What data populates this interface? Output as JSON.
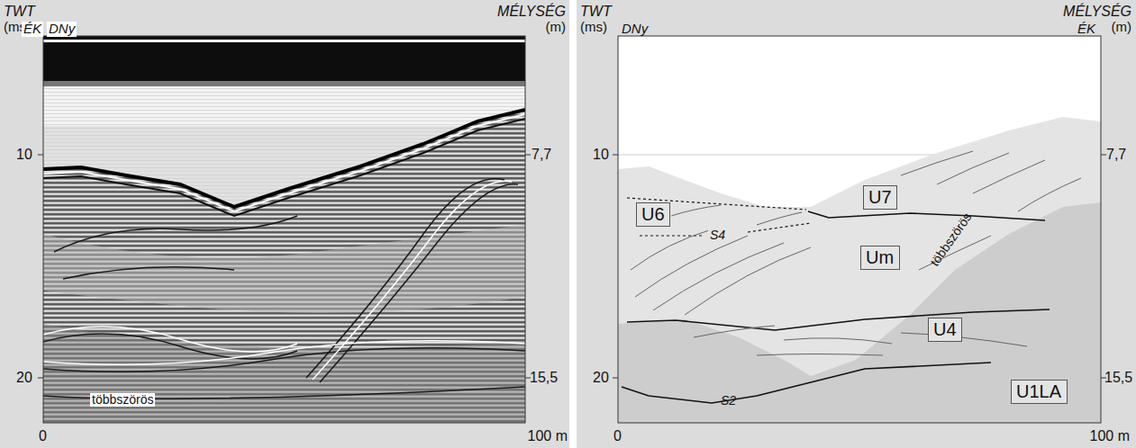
{
  "diagram": {
    "nodes": [
      {
        "text": [
          "U6"
        ]
      },
      {
        "text": [
          "U7"
        ]
      },
      {
        "text": [
          "Um"
        ]
      },
      {
        "text": [
          "U4"
        ]
      },
      {
        "text": [
          "U1LA"
        ]
      }
    ],
    "labels": [
      "TWT",
      "(ms)",
      "DNy",
      "MÉLYSÉG",
      "(m)",
      "ÉK",
      "10",
      "7,7",
      "20",
      "15,5",
      "többszörös",
      "0",
      "100 m",
      "TWT",
      "(ms)",
      "DNy",
      "MÉLYSÉG",
      "(m)",
      "ÉK",
      "10",
      "7,7",
      "20",
      "15,5",
      "S4",
      "többszörös",
      "S2",
      "0",
      "100 m"
    ]
  }
}
